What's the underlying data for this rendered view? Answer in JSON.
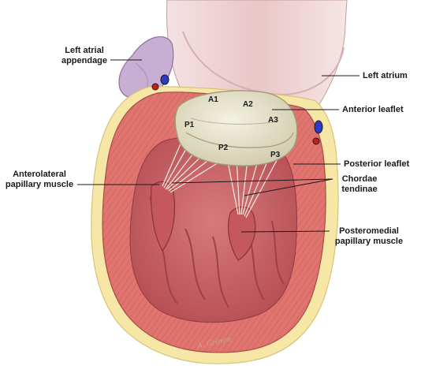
{
  "labels": {
    "left_atrial_appendage": [
      "Left atrial",
      "appendage"
    ],
    "left_atrium": "Left atrium",
    "anterior_leaflet": "Anterior leaflet",
    "posterior_leaflet": "Posterior leaflet",
    "anterolateral_papillary_muscle": [
      "Anterolateral",
      "papillary muscle"
    ],
    "chordae_tendinae": [
      "Chordae",
      "tendinae"
    ],
    "posteromedial_papillary_muscle": [
      "Posteromedial",
      "papillary muscle"
    ]
  },
  "valve_segments": {
    "a1": "A1",
    "a2": "A2",
    "a3": "A3",
    "p1": "P1",
    "p2": "P2",
    "p3": "P3"
  },
  "signature": "A. Grimm",
  "colors": {
    "myocardium": "#e0756f",
    "cavity": "#c85f63",
    "epicardial_fat": "#f6e7a6",
    "atrium": "#f2dcdc",
    "appendage": "#c9aed4",
    "valve": "#e4e0c8",
    "vein": "#2c3cc4",
    "artery": "#c81e1e"
  }
}
